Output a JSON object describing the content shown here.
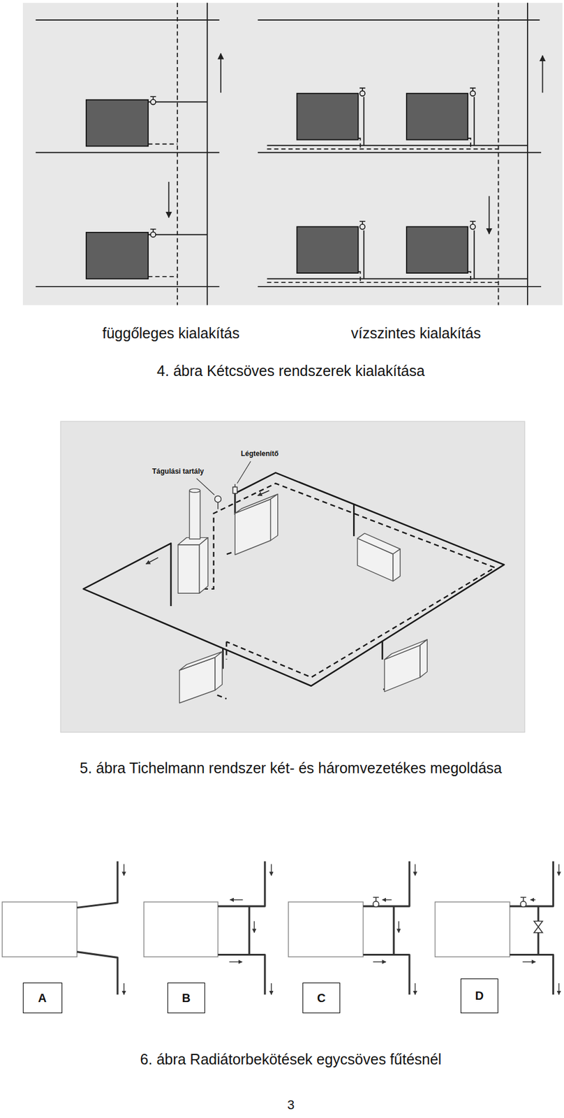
{
  "diagram": {
    "nodes": [
      {
        "text": [
          "A"
        ]
      },
      {
        "text": [
          "B"
        ]
      },
      {
        "text": [
          "C"
        ]
      },
      {
        "text": [
          "D"
        ]
      }
    ],
    "labels": [
      "függőleges kialakítás",
      "vízszintes kialakítás",
      "4. ábra Kétcsöves rendszerek kialakítása",
      "Tágulási tartály",
      "Légtelenítő",
      "5. ábra Tichelmann rendszer két- és háromvezetékes megoldása",
      "6. ábra Radiátorbekötések egycsöves fűtésnél",
      "3"
    ]
  }
}
